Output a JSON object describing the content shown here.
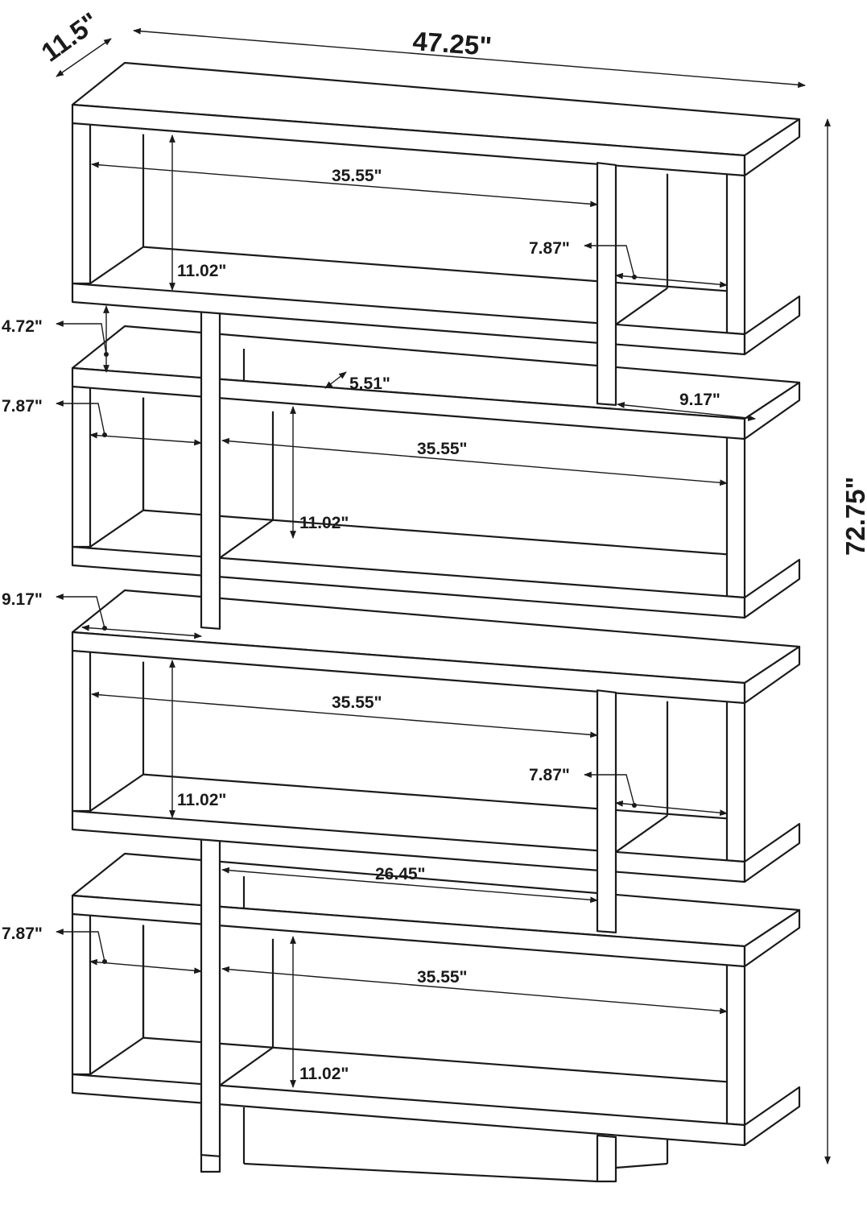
{
  "diagram": {
    "overall": {
      "depth": "11.5\"",
      "width": "47.25\"",
      "height": "72.75\""
    },
    "labels": [
      "35.55\"",
      "7.87\"",
      "11.02\"",
      "4.72\"",
      "5.51\"",
      "9.17\"",
      "7.87\"",
      "35.55\"",
      "11.02\"",
      "9.17\"",
      "35.55\"",
      "7.87\"",
      "11.02\"",
      "26.45\"",
      "7.87\"",
      "35.55\"",
      "11.02\""
    ],
    "line_color": "#1a1a1a",
    "background": "#ffffff"
  }
}
